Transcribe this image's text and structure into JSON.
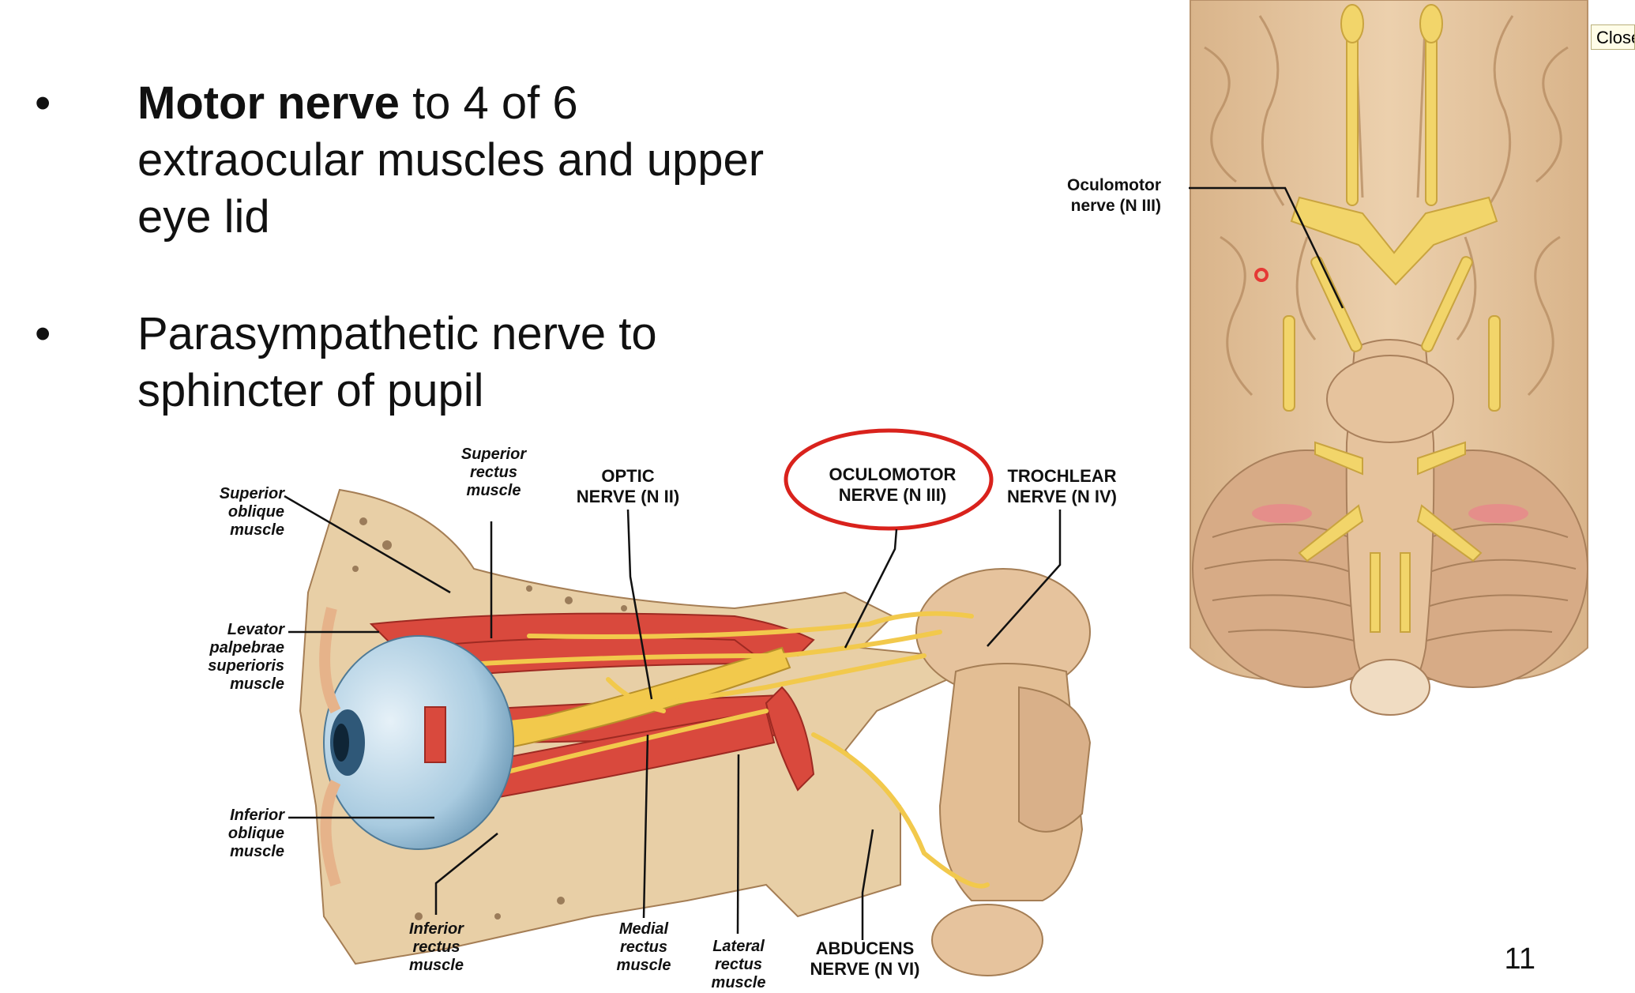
{
  "close_button": {
    "label": "Close"
  },
  "slide": {
    "bullets": [
      {
        "bold": "Motor nerve",
        "text_line1": " to 4 of 6",
        "text_line2": "extraocular muscles and upper",
        "text_line3": "eye lid"
      },
      {
        "bold": "",
        "text_line1": "Parasympathetic nerve to",
        "text_line2": "sphincter of pupil",
        "text_line3": ""
      }
    ],
    "bullet_marker": "•",
    "page_number": "11"
  },
  "eye_figure": {
    "labels": {
      "superior_oblique": "Superior\noblique\nmuscle",
      "superior_rectus": "Superior\nrectus\nmuscle",
      "optic_nerve": "OPTIC\nNERVE (N II)",
      "oculomotor_nerve": "OCULOMOTOR\nNERVE (N III)",
      "trochlear_nerve": "TROCHLEAR\nNERVE (N IV)",
      "levator": "Levator\npalpebrae\nsuperioris\nmuscle",
      "inferior_oblique": "Inferior\noblique\nmuscle",
      "inferior_rectus": "Inferior\nrectus\nmuscle",
      "medial_rectus": "Medial\nrectus\nmuscle",
      "lateral_rectus": "Lateral\nrectus\nmuscle",
      "abducens_nerve": "ABDUCENS\nNERVE (N VI)"
    },
    "colors": {
      "muscle": "#d9493d",
      "nerve": "#f2c94c",
      "bone": "#e8cfa6",
      "eye": "#a9cbe0",
      "highlight": "#d9221c"
    }
  },
  "brain_figure": {
    "labels": {
      "oculomotor": "Oculomotor\nnerve (N III)"
    },
    "colors": {
      "tissue": "#e3c29b",
      "nerve": "#f2d56a"
    }
  }
}
